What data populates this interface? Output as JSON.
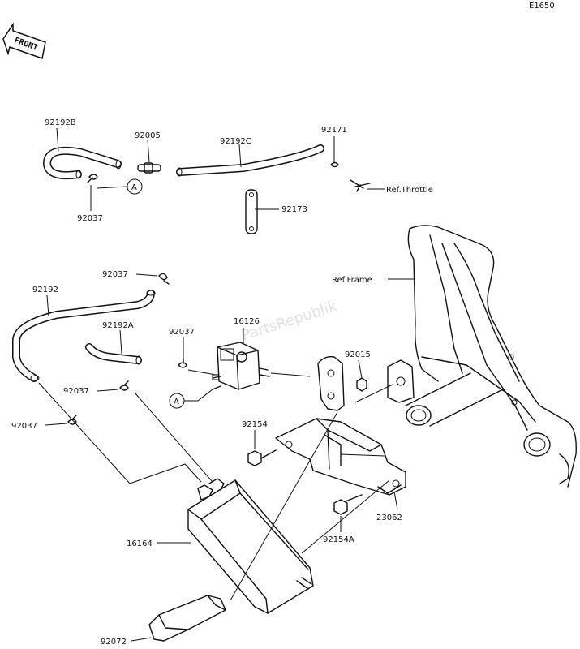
{
  "diagram_code": "E1650",
  "front_arrow_text": "FRONT",
  "watermark": "PartsRepublik",
  "circle_ref": "A",
  "labels": {
    "p92192B": "92192B",
    "p92005": "92005",
    "p92192C": "92192C",
    "p92171": "92171",
    "ref_throttle": "Ref.Throttle",
    "p92037_top": "92037",
    "p92173": "92173",
    "p92037_a": "92037",
    "p92192": "92192",
    "ref_frame": "Ref.Frame",
    "p16126": "16126",
    "p92192A": "92192A",
    "p92037_b": "92037",
    "p92015": "92015",
    "p92037_c": "92037",
    "p92037_d": "92037",
    "p92154": "92154",
    "p23062": "23062",
    "p16164": "16164",
    "p92154A": "92154A",
    "p92072": "92072"
  }
}
